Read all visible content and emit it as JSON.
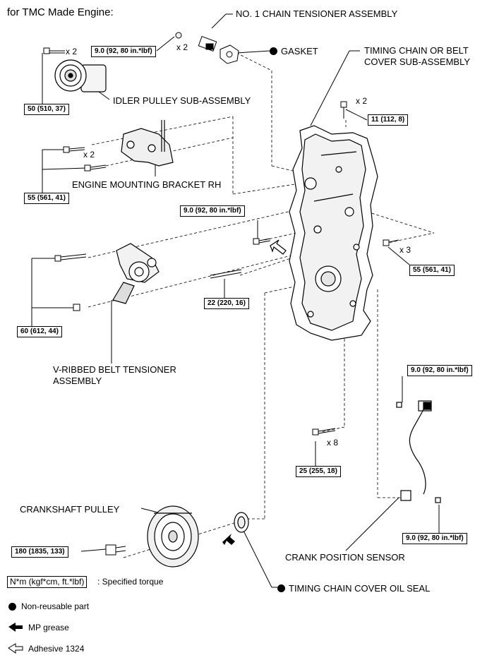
{
  "header": "for TMC Made Engine:",
  "labels": {
    "chain_tensioner": "NO. 1 CHAIN TENSIONER ASSEMBLY",
    "gasket": "GASKET",
    "timing_cover_1": "TIMING CHAIN OR BELT",
    "timing_cover_2": "COVER SUB-ASSEMBLY",
    "idler_pulley": "IDLER PULLEY SUB-ASSEMBLY",
    "engine_bracket": "ENGINE MOUNTING BRACKET RH",
    "belt_tensioner_1": "V-RIBBED BELT TENSIONER",
    "belt_tensioner_2": "ASSEMBLY",
    "crankshaft_pulley": "CRANKSHAFT PULLEY",
    "crank_sensor": "CRANK POSITION SENSOR",
    "oil_seal": "TIMING CHAIN COVER OIL SEAL"
  },
  "torques": {
    "t1": "9.0 (92, 80 in.*lbf)",
    "t2": "50 (510, 37)",
    "t3": "11 (112, 8)",
    "t4": "55 (561, 41)",
    "t5": "9.0 (92, 80 in.*lbf)",
    "t6": "55 (561, 41)",
    "t7": "22 (220, 16)",
    "t8": "60 (612, 44)",
    "t9": "9.0 (92, 80 in.*lbf)",
    "t10": "25 (255, 18)",
    "t11": "180 (1835, 133)",
    "t12": "9.0 (92, 80 in.*lbf)"
  },
  "multipliers": {
    "m1": "x 2",
    "m2": "x 2",
    "m3": "x 2",
    "m4": "x 2",
    "m5": "x 3",
    "m6": "x 8"
  },
  "legend": {
    "unit": "N*m (kgf*cm, ft.*lbf)",
    "unit_desc": ": Specified torque",
    "non_reusable": "Non-reusable part",
    "mp_grease": "MP grease",
    "adhesive": "Adhesive 1324"
  }
}
